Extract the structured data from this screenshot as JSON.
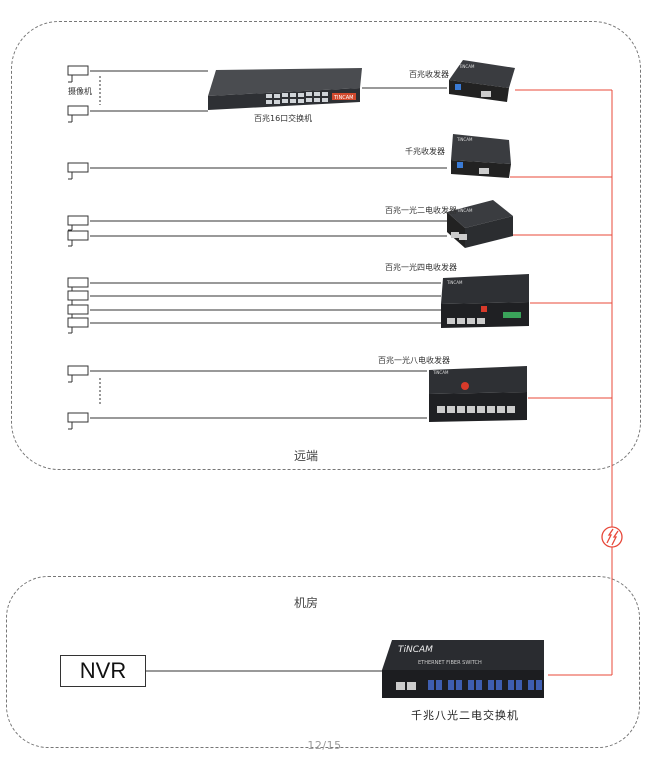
{
  "zones": {
    "remote_label": "远端",
    "room_label": "机房"
  },
  "devices": {
    "camera_label": "摄像机",
    "switch16_label": "百兆16口交换机",
    "switch16_brand": "TINCAM",
    "mc_100m_label": "百兆收发器",
    "mc_1000m_label": "千兆收发器",
    "mc_1f2e_label": "百兆一光二电收发器",
    "mc_1f4e_label": "百兆一光四电收发器",
    "mc_1f8e_label": "百兆一光八电收发器",
    "nvr_label": "NVR",
    "core_switch_label": "千兆八光二电交换机",
    "core_switch_brand": "TiNCAM",
    "core_switch_subtitle": "ETHERNET FIBER SWITCH"
  },
  "page_number": "12/15",
  "colors": {
    "fiber": "#e8483a",
    "copper": "#333333",
    "border": "#777777"
  }
}
